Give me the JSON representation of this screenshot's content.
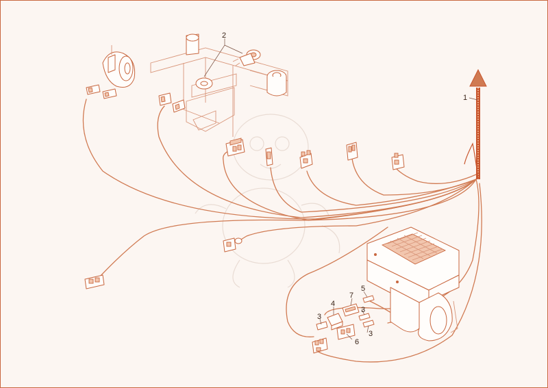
{
  "callouts": [
    {
      "id": "1",
      "text": "1"
    },
    {
      "id": "2",
      "text": "2"
    },
    {
      "id": "3a",
      "text": "3"
    },
    {
      "id": "3b",
      "text": "3"
    },
    {
      "id": "3c",
      "text": "3"
    },
    {
      "id": "4",
      "text": "4"
    },
    {
      "id": "5",
      "text": "5"
    },
    {
      "id": "6",
      "text": "6"
    },
    {
      "id": "7",
      "text": "7"
    }
  ],
  "colors": {
    "background": "#fcf6f2",
    "border": "#c8673f",
    "wire": "#d07a52",
    "harness": "#c8562e"
  }
}
